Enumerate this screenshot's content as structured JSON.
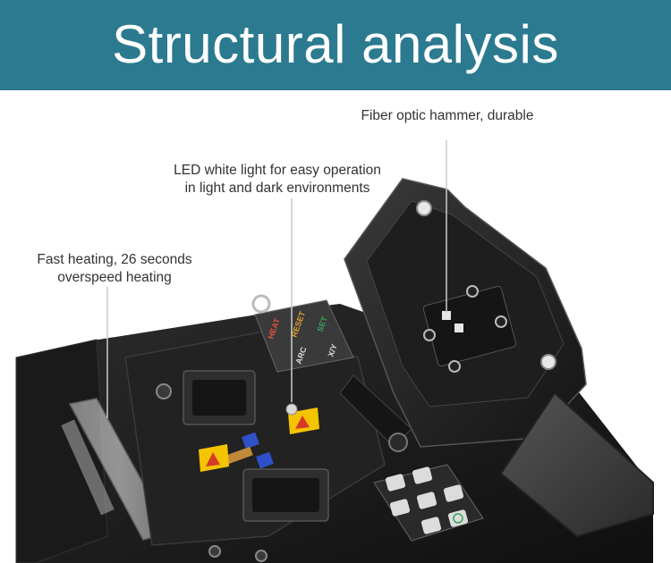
{
  "banner": {
    "title": "Structural analysis",
    "color": "#2b7a90"
  },
  "callouts": {
    "hammer": "Fiber optic hammer, durable",
    "led_line1": "LED white light for easy operation",
    "led_line2": "in light and dark environments",
    "heat_line1": "Fast heating, 26 seconds",
    "heat_line2": "overspeed heating"
  },
  "keypad": {
    "heat": "HEAT",
    "reset": "RESET",
    "set": "SET",
    "arc": "ARC",
    "xy": "X/Y"
  },
  "colors": {
    "device": "#1c1c1c",
    "panel": "#2a2a2a",
    "warning": "#f5c400",
    "heat_label": "#e3533b",
    "reset_label": "#e0a030",
    "set_label": "#3aa35a"
  }
}
